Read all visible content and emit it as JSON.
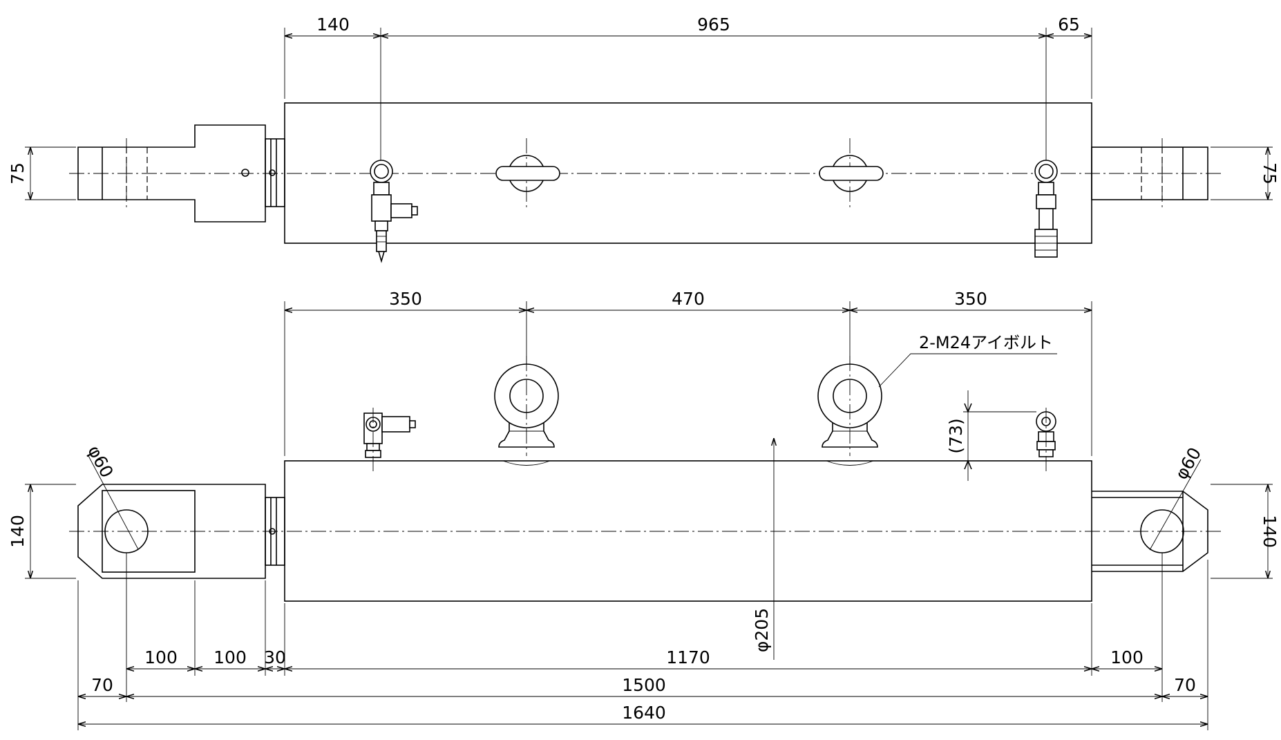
{
  "top_view": {
    "dims": {
      "left_offset": "140",
      "port_span": "965",
      "right_offset": "65",
      "left_clevis_width": "75",
      "right_clevis_width": "75"
    }
  },
  "front_view": {
    "dims": {
      "eye_left": "350",
      "eye_span": "470",
      "eye_right": "350",
      "port_height": "(73)",
      "bore": "φ205",
      "pin_left": "φ60",
      "pin_right": "φ60",
      "clevis_height_left": "140",
      "clevis_height_right": "140",
      "rod_len_1": "100",
      "rod_len_2": "100",
      "gland": "30",
      "barrel": "1170",
      "rear_clevis": "100",
      "end_left": "70",
      "pin_to_pin": "1500",
      "end_right": "70",
      "overall": "1640"
    },
    "note": "2-M24アイボルト"
  }
}
